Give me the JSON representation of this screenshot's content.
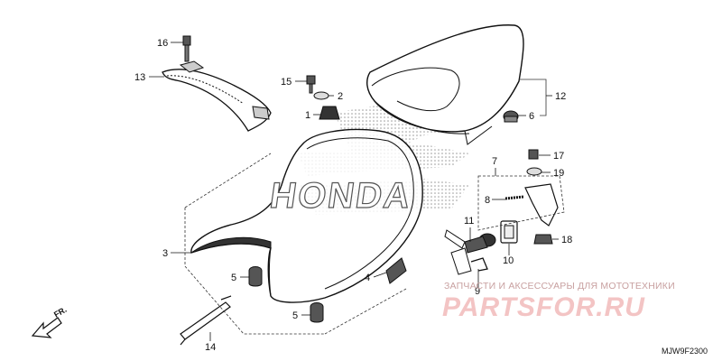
{
  "diagram": {
    "brand_text": "HONDA",
    "code": "MJW9F2300",
    "direction_label": "FR.",
    "callouts": [
      "1",
      "2",
      "3",
      "4",
      "5",
      "5",
      "6",
      "7",
      "8",
      "9",
      "10",
      "11",
      "12",
      "13",
      "14",
      "15",
      "16",
      "17",
      "18",
      "19"
    ]
  },
  "watermark": {
    "line1": "ЗАПЧАСТИ И АКСЕССУАРЫ ДЛЯ МОТОТЕХНИКИ",
    "line2": "PARTSFOR.RU"
  }
}
